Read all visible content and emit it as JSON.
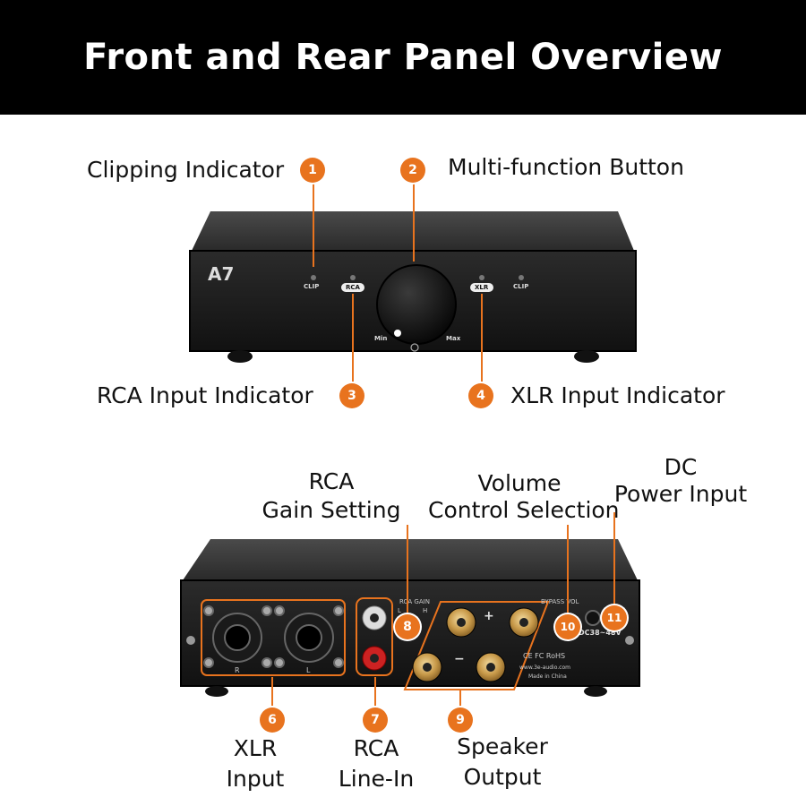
{
  "title": "Front and Rear Panel Overview",
  "accent_color": "#e8731e",
  "front_panel": {
    "model": "A7",
    "led_labels": [
      "CLIP",
      "RCA",
      "XLR",
      "CLIP"
    ],
    "knob_min": "Min",
    "knob_max": "Max"
  },
  "rear_panel": {
    "rca_gain_label": "RCA GAIN",
    "rca_gain_low": "L",
    "rca_gain_high": "H",
    "bypass_vol_label": "BYPASS VOL",
    "dc_spec": "DC38~48V",
    "xlr_right": "R",
    "xlr_left": "L",
    "plus_sign": "+",
    "minus_sign": "−",
    "certifications": "CE FC RoHS",
    "website": "www.3e-audio.com",
    "made_in": "Made in China"
  },
  "callouts": [
    {
      "number": "1",
      "label": "Clipping Indicator"
    },
    {
      "number": "2",
      "label": "Multi-function Button"
    },
    {
      "number": "3",
      "label": "RCA Input Indicator"
    },
    {
      "number": "4",
      "label": "XLR Input Indicator"
    },
    {
      "number": "6",
      "label_lines": [
        "XLR",
        "Input"
      ]
    },
    {
      "number": "7",
      "label_lines": [
        "RCA",
        "Line-In"
      ]
    },
    {
      "number": "8",
      "label_lines": [
        "RCA",
        "Gain Setting"
      ]
    },
    {
      "number": "9",
      "label_lines": [
        "Speaker",
        "Output"
      ]
    },
    {
      "number": "10",
      "label_lines": [
        "Volume",
        "Control Selection"
      ]
    },
    {
      "number": "11",
      "label_lines": [
        "DC",
        "Power Input"
      ]
    }
  ]
}
